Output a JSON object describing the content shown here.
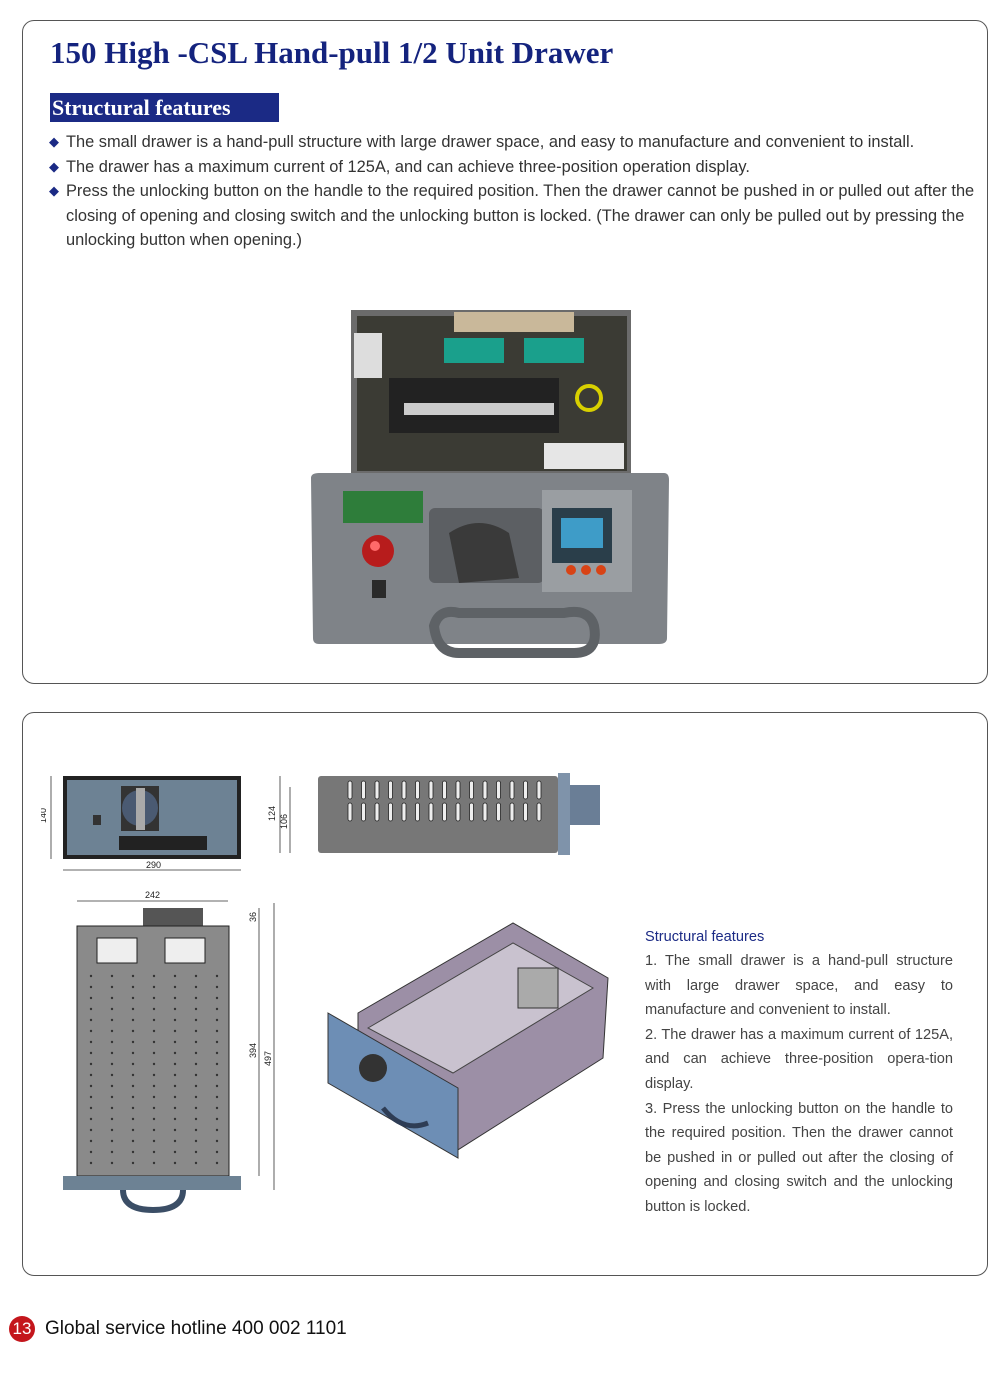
{
  "title": "150 High -CSL Hand-pull 1/2 Unit Drawer",
  "section_heading": "Structural features",
  "bullets": [
    "The small drawer is a hand-pull structure with large drawer space, and easy to manufacture and convenient to install.",
    "The drawer has a maximum current of 125A, and can achieve  three-position operation display.",
    "Press the unlocking button on the handle to the required position. Then the drawer cannot be pushed in or pulled out after the closing of opening and closing  switch and the unlocking button is locked. (The drawer can only be pulled out by pressing the unlocking button when opening.)"
  ],
  "dimensions": {
    "front_height": "140",
    "front_width": "290",
    "side_height_outer": "124",
    "side_height_inner": "106",
    "top_width": "242",
    "top_offset": "36",
    "top_depth_inner": "394",
    "top_depth_outer": "497"
  },
  "side_panel": {
    "heading": "Structural features",
    "items": [
      "1. The small drawer is a hand-pull structure with large drawer space, and easy to manufacture and convenient to install.",
      "2. The drawer has a maximum current of 125A, and can achieve  three-position opera-tion display.",
      "3. Press the unlocking button on the handle to the required position. Then the drawer cannot be pushed in or pulled out after the closing of opening and closing  switch and the unlocking button is locked."
    ]
  },
  "footer": {
    "page_number": "13",
    "hotline": "Global service hotline 400 002 1101"
  },
  "colors": {
    "brand": "#1b2a85",
    "accent": "#c4161c"
  }
}
